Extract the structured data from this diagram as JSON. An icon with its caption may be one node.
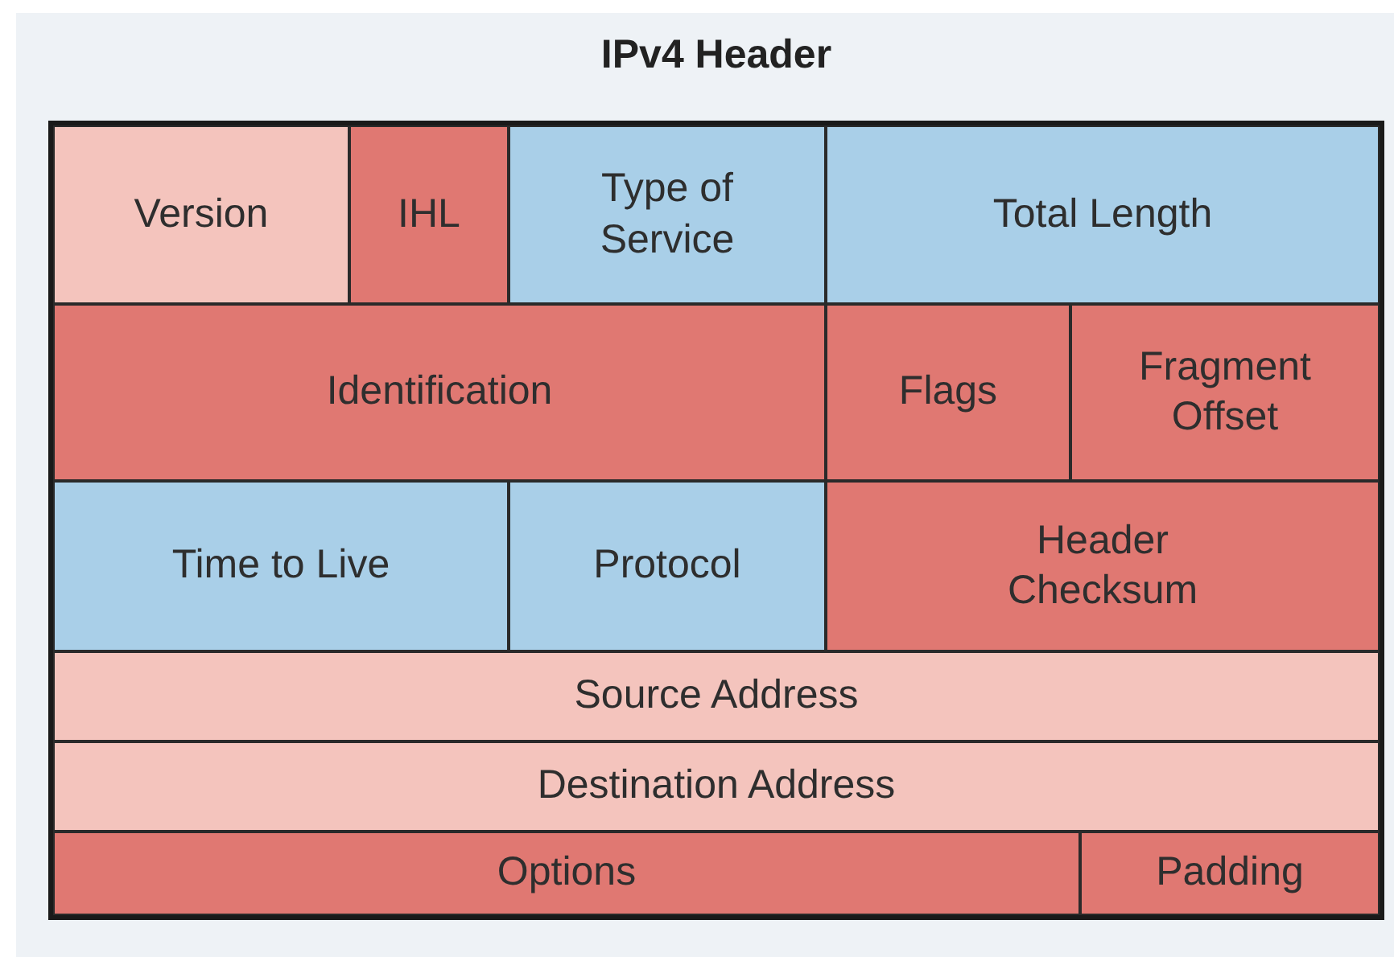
{
  "diagram": {
    "title": "IPv4 Header",
    "nodes": [
      {
        "text": [
          "Version"
        ]
      },
      {
        "text": [
          "IHL"
        ]
      },
      {
        "text": [
          "Type of Service"
        ]
      },
      {
        "text": [
          "Total Length"
        ]
      },
      {
        "text": [
          "Identification"
        ]
      },
      {
        "text": [
          "Flags"
        ]
      },
      {
        "text": [
          "Fragment Offset"
        ]
      },
      {
        "text": [
          "Time to Live"
        ]
      },
      {
        "text": [
          "Protocol"
        ]
      },
      {
        "text": [
          "Header Checksum"
        ]
      },
      {
        "text": [
          "Source Address"
        ]
      },
      {
        "text": [
          "Destination Address"
        ]
      },
      {
        "text": [
          "Options"
        ]
      },
      {
        "text": [
          "Padding"
        ]
      }
    ]
  }
}
